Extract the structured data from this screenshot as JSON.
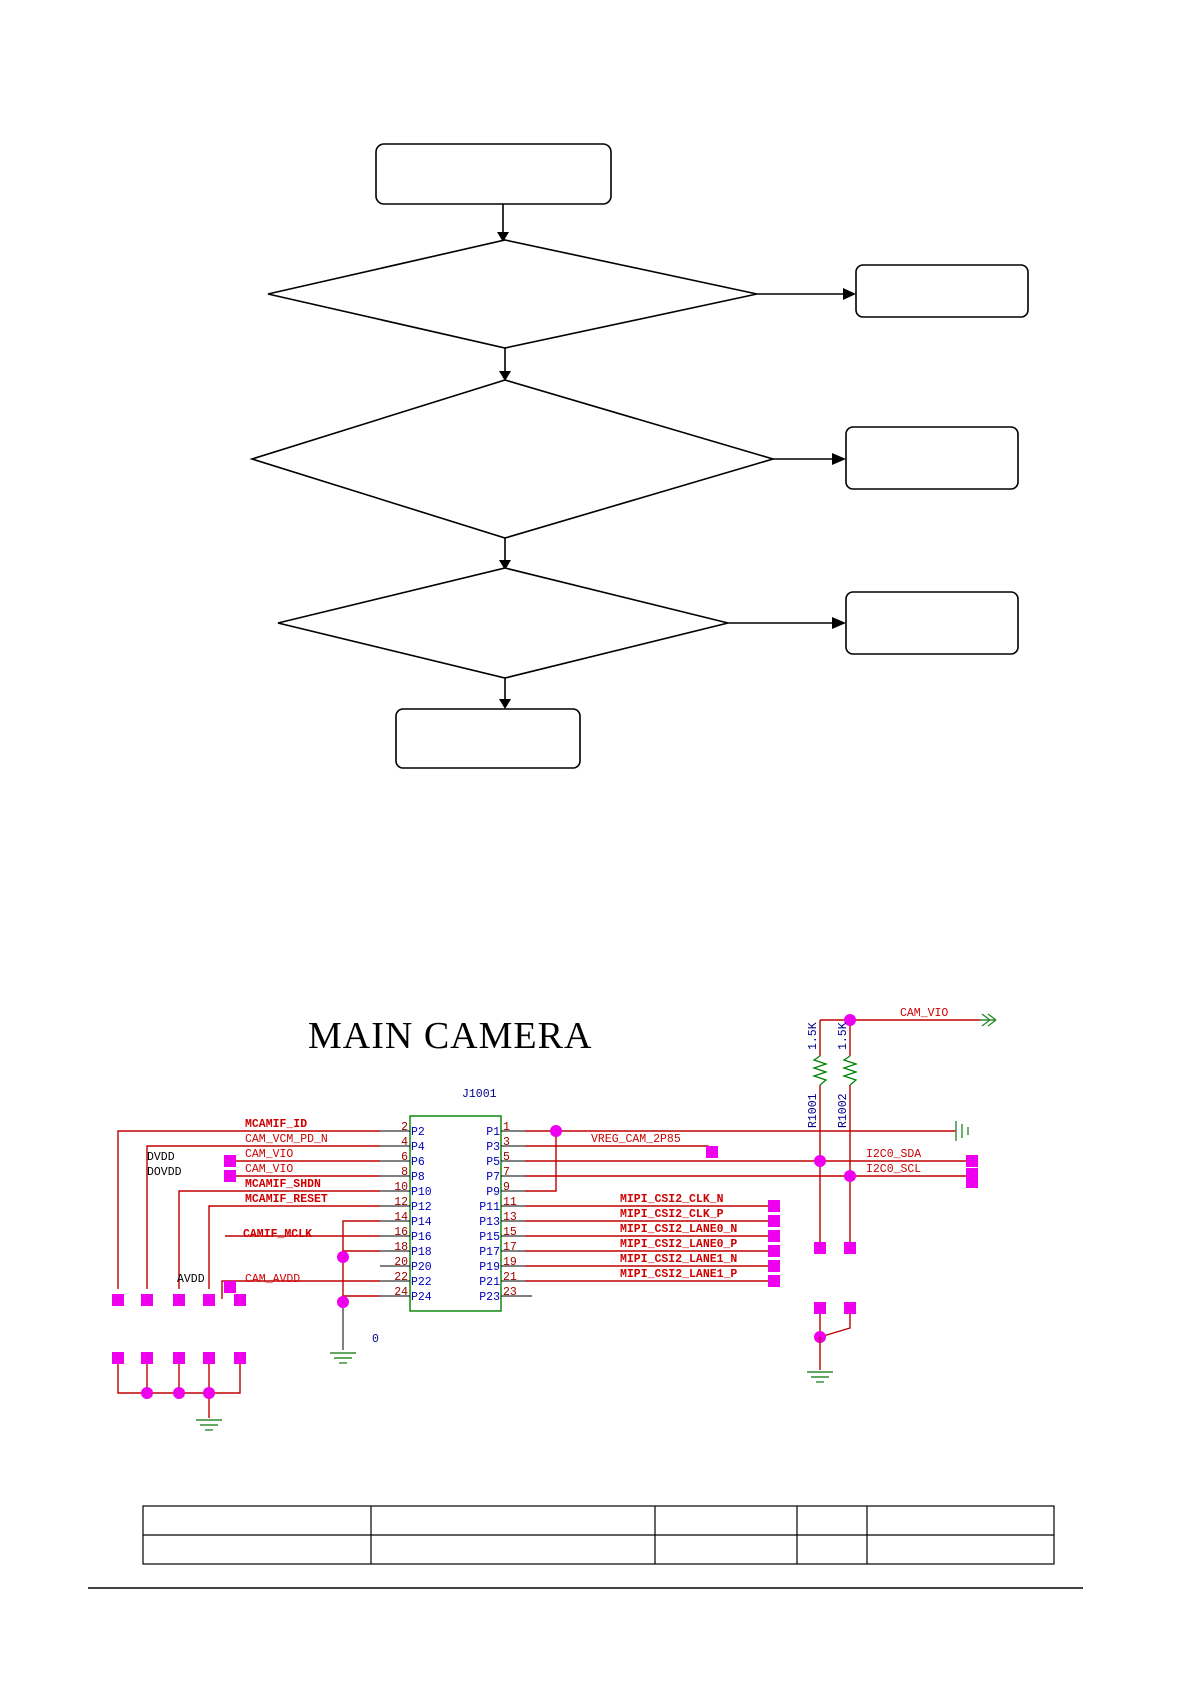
{
  "schematic": {
    "title": "MAIN CAMERA",
    "connector": {
      "ref": "J1001",
      "left_pins": [
        "P2",
        "P4",
        "P6",
        "P8",
        "P10",
        "P12",
        "P14",
        "P16",
        "P18",
        "P20",
        "P22",
        "P24"
      ],
      "left_nums": [
        "2",
        "4",
        "6",
        "8",
        "10",
        "12",
        "14",
        "16",
        "18",
        "20",
        "22",
        "24"
      ],
      "right_pins": [
        "P1",
        "P3",
        "P5",
        "P7",
        "P9",
        "P11",
        "P13",
        "P15",
        "P17",
        "P19",
        "P21",
        "P23"
      ],
      "right_nums": [
        "1",
        "3",
        "5",
        "7",
        "9",
        "11",
        "13",
        "15",
        "17",
        "19",
        "21",
        "23"
      ]
    },
    "left_nets": [
      "MCAMIF_ID",
      "CAM_VCM_PD_N",
      "CAM_VIO",
      "CAM_VIO",
      "MCAMIF_SHDN",
      "MCAMIF_RESET",
      "CAMIF_MCLK",
      "CAM_AVDD"
    ],
    "supply_labels": {
      "dvdd": "DVDD",
      "dovdd": "DOVDD",
      "avdd": "AVDD"
    },
    "right_nets": {
      "vreg": "VREG_CAM_2P85",
      "sda": "I2C0_SDA",
      "scl": "I2C0_SCL",
      "mipi": [
        "MIPI_CSI2_CLK_N",
        "MIPI_CSI2_CLK_P",
        "MIPI_CSI2_LANE0_N",
        "MIPI_CSI2_LANE0_P",
        "MIPI_CSI2_LANE1_N",
        "MIPI_CSI2_LANE1_P"
      ]
    },
    "pullups": {
      "supply": "CAM_VIO",
      "r1": {
        "ref": "R1001",
        "value": "1.5K"
      },
      "r2": {
        "ref": "R1002",
        "value": "1.5K"
      }
    },
    "misc_label": "0"
  },
  "colors": {
    "wire": "#c00000",
    "pad": "#ee00ee",
    "ground": "#2e8b2e",
    "pin_text": "#0000c0"
  }
}
